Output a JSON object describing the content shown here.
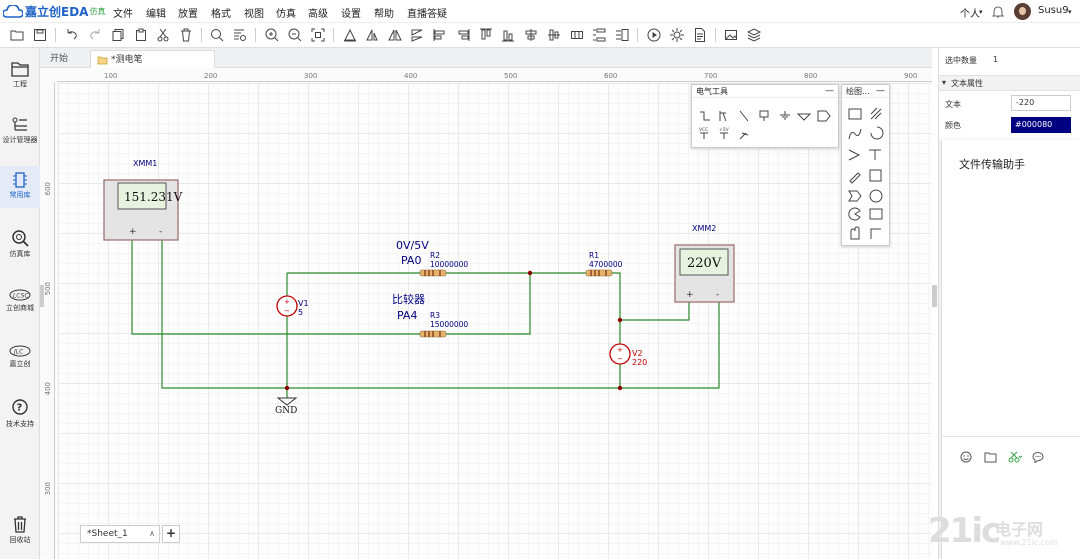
{
  "app": {
    "brand": "嘉立创EDA",
    "sub": "仿真"
  },
  "menu": [
    "文件",
    "编辑",
    "放置",
    "格式",
    "视图",
    "仿真",
    "高级",
    "设置",
    "帮助",
    "直播答疑"
  ],
  "user": {
    "personal": "个人",
    "name": "Susu9"
  },
  "left_nav": [
    {
      "label": "工程",
      "icon": "folder-icon"
    },
    {
      "label": "设计管理器",
      "icon": "list-icon"
    },
    {
      "label": "常用库",
      "icon": "chip-icon"
    },
    {
      "label": "仿真库",
      "icon": "magnifier-icon"
    },
    {
      "label": "立创商城",
      "icon": "lcsc-icon"
    },
    {
      "label": "嘉立创",
      "icon": "jlc-icon"
    },
    {
      "label": "技术支持",
      "icon": "help-icon"
    },
    {
      "label": "回收站",
      "icon": "trash-icon"
    }
  ],
  "tabs": {
    "start": "开始",
    "doc": "*测电笔"
  },
  "ruler_top": [
    "100",
    "200",
    "300",
    "400",
    "500",
    "600",
    "700",
    "800",
    "900"
  ],
  "ruler_left": [
    "600",
    "500",
    "400",
    "300"
  ],
  "elec_tools": {
    "title": "电气工具",
    "min": "—"
  },
  "draw_tools": {
    "title": "绘图...",
    "min": "—"
  },
  "right_panel": {
    "select_count_label": "选中数量",
    "select_count": "1",
    "text_props": "文本属性",
    "text_label": "文本",
    "text_value": "-220",
    "color_label": "颜色",
    "color_value": "#000080",
    "file_assist": "文件传输助手"
  },
  "circuit": {
    "xmm1": {
      "name": "XMM1",
      "reading": "151.231V",
      "plus": "+",
      "minus": "-"
    },
    "xmm2": {
      "name": "XMM2",
      "reading": "220V",
      "plus": "+",
      "minus": "-"
    },
    "v1": {
      "name": "V1",
      "value": "5"
    },
    "v2": {
      "name": "V2",
      "value": "220"
    },
    "r1": {
      "name": "R1",
      "value": "4700000"
    },
    "r2": {
      "name": "R2",
      "value": "10000000"
    },
    "r3": {
      "name": "R3",
      "value": "15000000"
    },
    "note_range": "0V/5V",
    "net_pa0": "PA0",
    "note_cmp": "比较器",
    "net_pa4": "PA4",
    "gnd": "GND"
  },
  "sheet": {
    "name": "*Sheet_1",
    "add": "+"
  },
  "watermark": {
    "main": "21ic",
    "cn": "电子网",
    "url": "www.21ic.com"
  },
  "colors": {
    "wire": "#2a8a2a",
    "label_blue": "#000080",
    "brand": "#1f63c6",
    "junction": "#8b0000"
  }
}
